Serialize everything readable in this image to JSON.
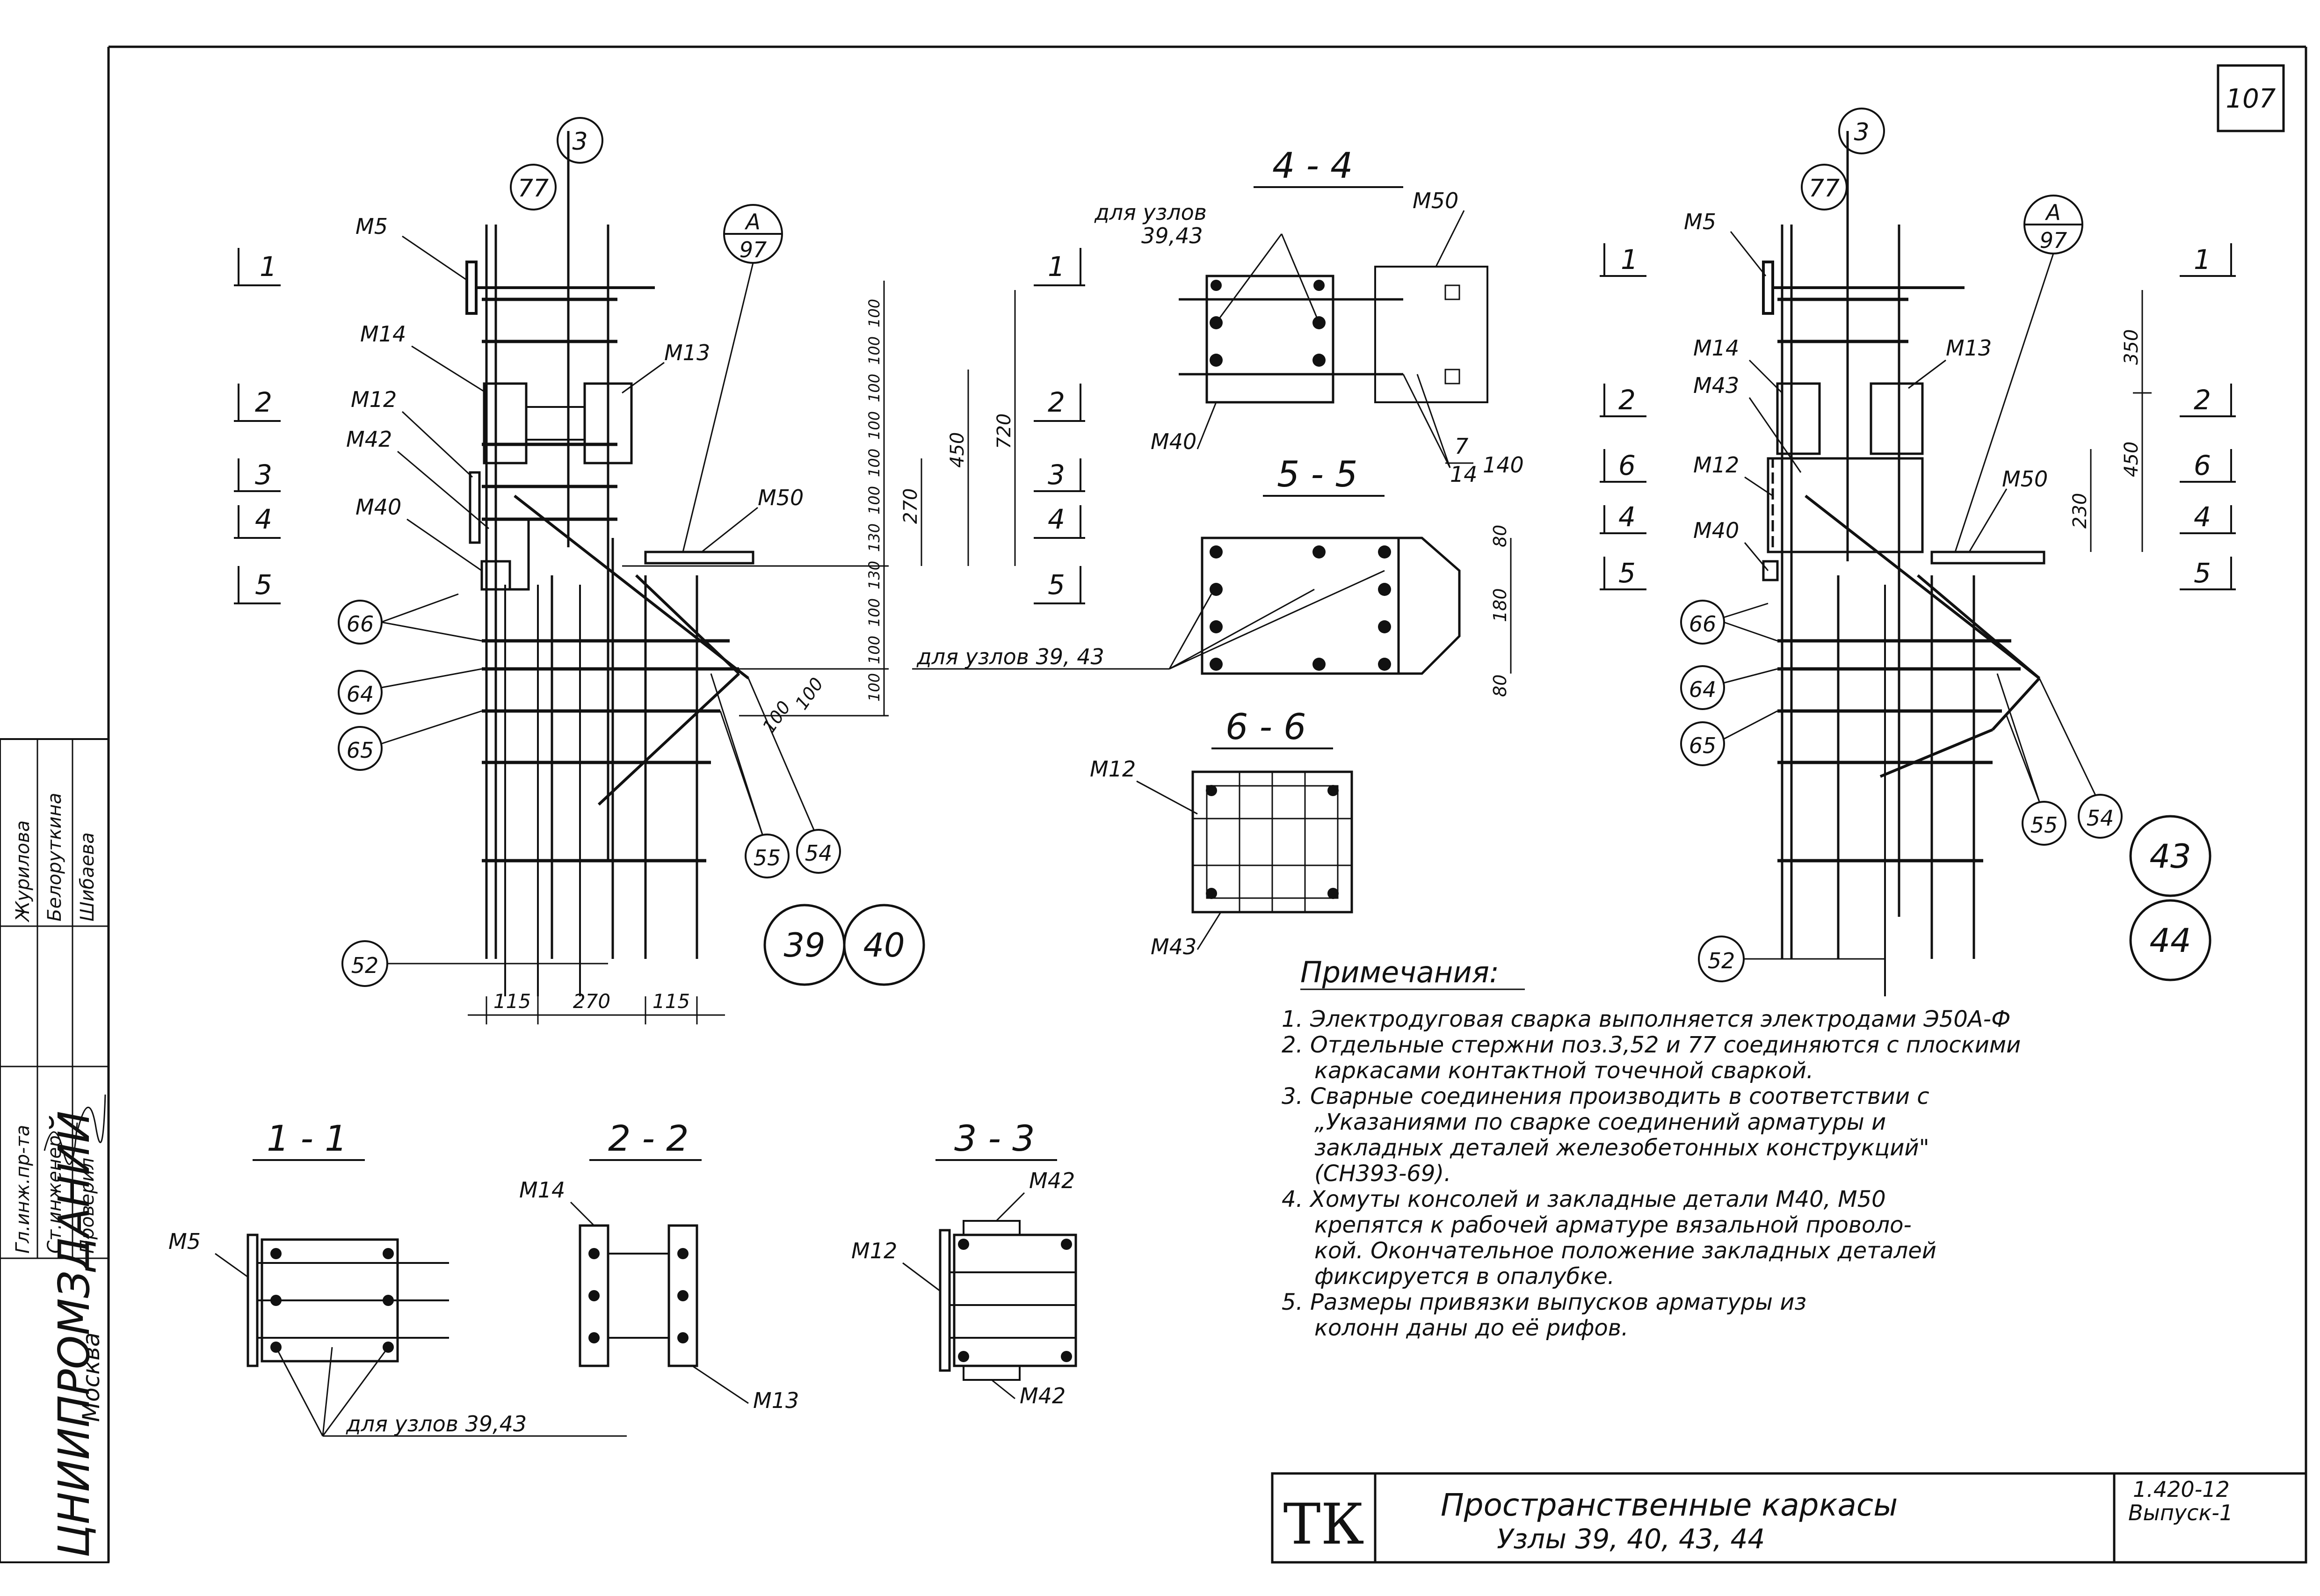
{
  "sheet_number": "107",
  "stamp": {
    "org": "ЦНИИПРОМЗДАНИЙ",
    "city": "Москва",
    "rows": [
      {
        "role": "Гл.инж.пр-та",
        "name": "Журилова"
      },
      {
        "role": "Ст.инженер",
        "name": "Белоруткина"
      },
      {
        "role": "Проверил",
        "name": "Шибаева"
      }
    ]
  },
  "title_block": {
    "mark": "ТК",
    "title_line1": "Пространственные каркасы",
    "title_line2": "Узлы 39, 40, 43, 44",
    "series": "1.420-12",
    "issue": "Выпуск-1"
  },
  "sections": {
    "s44": "4 - 4",
    "s55": "5 - 5",
    "s66": "6 - 6",
    "s11": "1 - 1",
    "s22": "2 - 2",
    "s33": "3 - 3"
  },
  "section_marks": {
    "left": [
      "1",
      "2",
      "3",
      "4",
      "5"
    ],
    "right_of_left": [
      "1",
      "2",
      "3",
      "4",
      "5"
    ],
    "right_view_left": [
      "1",
      "2",
      "6",
      "4",
      "5"
    ],
    "right_view_right": [
      "1",
      "2",
      "6",
      "4",
      "5"
    ]
  },
  "labels": {
    "M5": "М5",
    "M14": "М14",
    "M12": "М12",
    "M42": "М42",
    "M40": "М40",
    "M13": "М13",
    "M50": "М50",
    "M43": "М43"
  },
  "callouts": {
    "c3": "3",
    "c77": "77",
    "cA": "А",
    "c97": "97",
    "c66": "66",
    "c64": "64",
    "c65": "65",
    "c55": "55",
    "c54": "54",
    "c52": "52",
    "n39": "39",
    "n40": "40",
    "n43": "43",
    "n44": "44"
  },
  "dims": {
    "left_row": [
      "100",
      "100",
      "100",
      "100",
      "100",
      "100",
      "130",
      "130",
      "100",
      "100",
      "100"
    ],
    "d450": "450",
    "d720": "720",
    "d270v": "270",
    "d100a": "100",
    "d100b": "100",
    "bottom": [
      "115",
      "270",
      "115"
    ],
    "d80a": "80",
    "d180": "180",
    "d80b": "80",
    "d350": "350",
    "d450r": "450",
    "d230": "230",
    "bar_spec_top": "7",
    "bar_spec_bottom": "14",
    "bar_spec_len": "140"
  },
  "notes_text": {
    "for_nodes_a": "для узлов",
    "for_nodes_a_vals": "39,43",
    "for_nodes_b": "для узлов 39, 43",
    "for_nodes_c": "для узлов 39,43"
  },
  "notes": {
    "heading": "Примечания:",
    "items": [
      "1. Электродуговая сварка выполняется электродами Э50А-Ф",
      "2. Отдельные стержни поз.3,52 и 77 соединяются с плоскими",
      "каркасами контактной точечной сваркой.",
      "3. Сварные соединения производить в соответствии с",
      "„Указаниями по сварке соединений арматуры и",
      "закладных деталей железобетонных конструкций\"",
      "(СН393-69).",
      "4. Хомуты консолей и закладные детали М40, М50",
      "крепятся к рабочей арматуре вязальной проволо-",
      "кой. Окончательное положение закладных деталей",
      "фиксируется в опалубке.",
      "5. Размеры привязки выпусков арматуры из",
      "колонн даны до её рифов."
    ]
  }
}
